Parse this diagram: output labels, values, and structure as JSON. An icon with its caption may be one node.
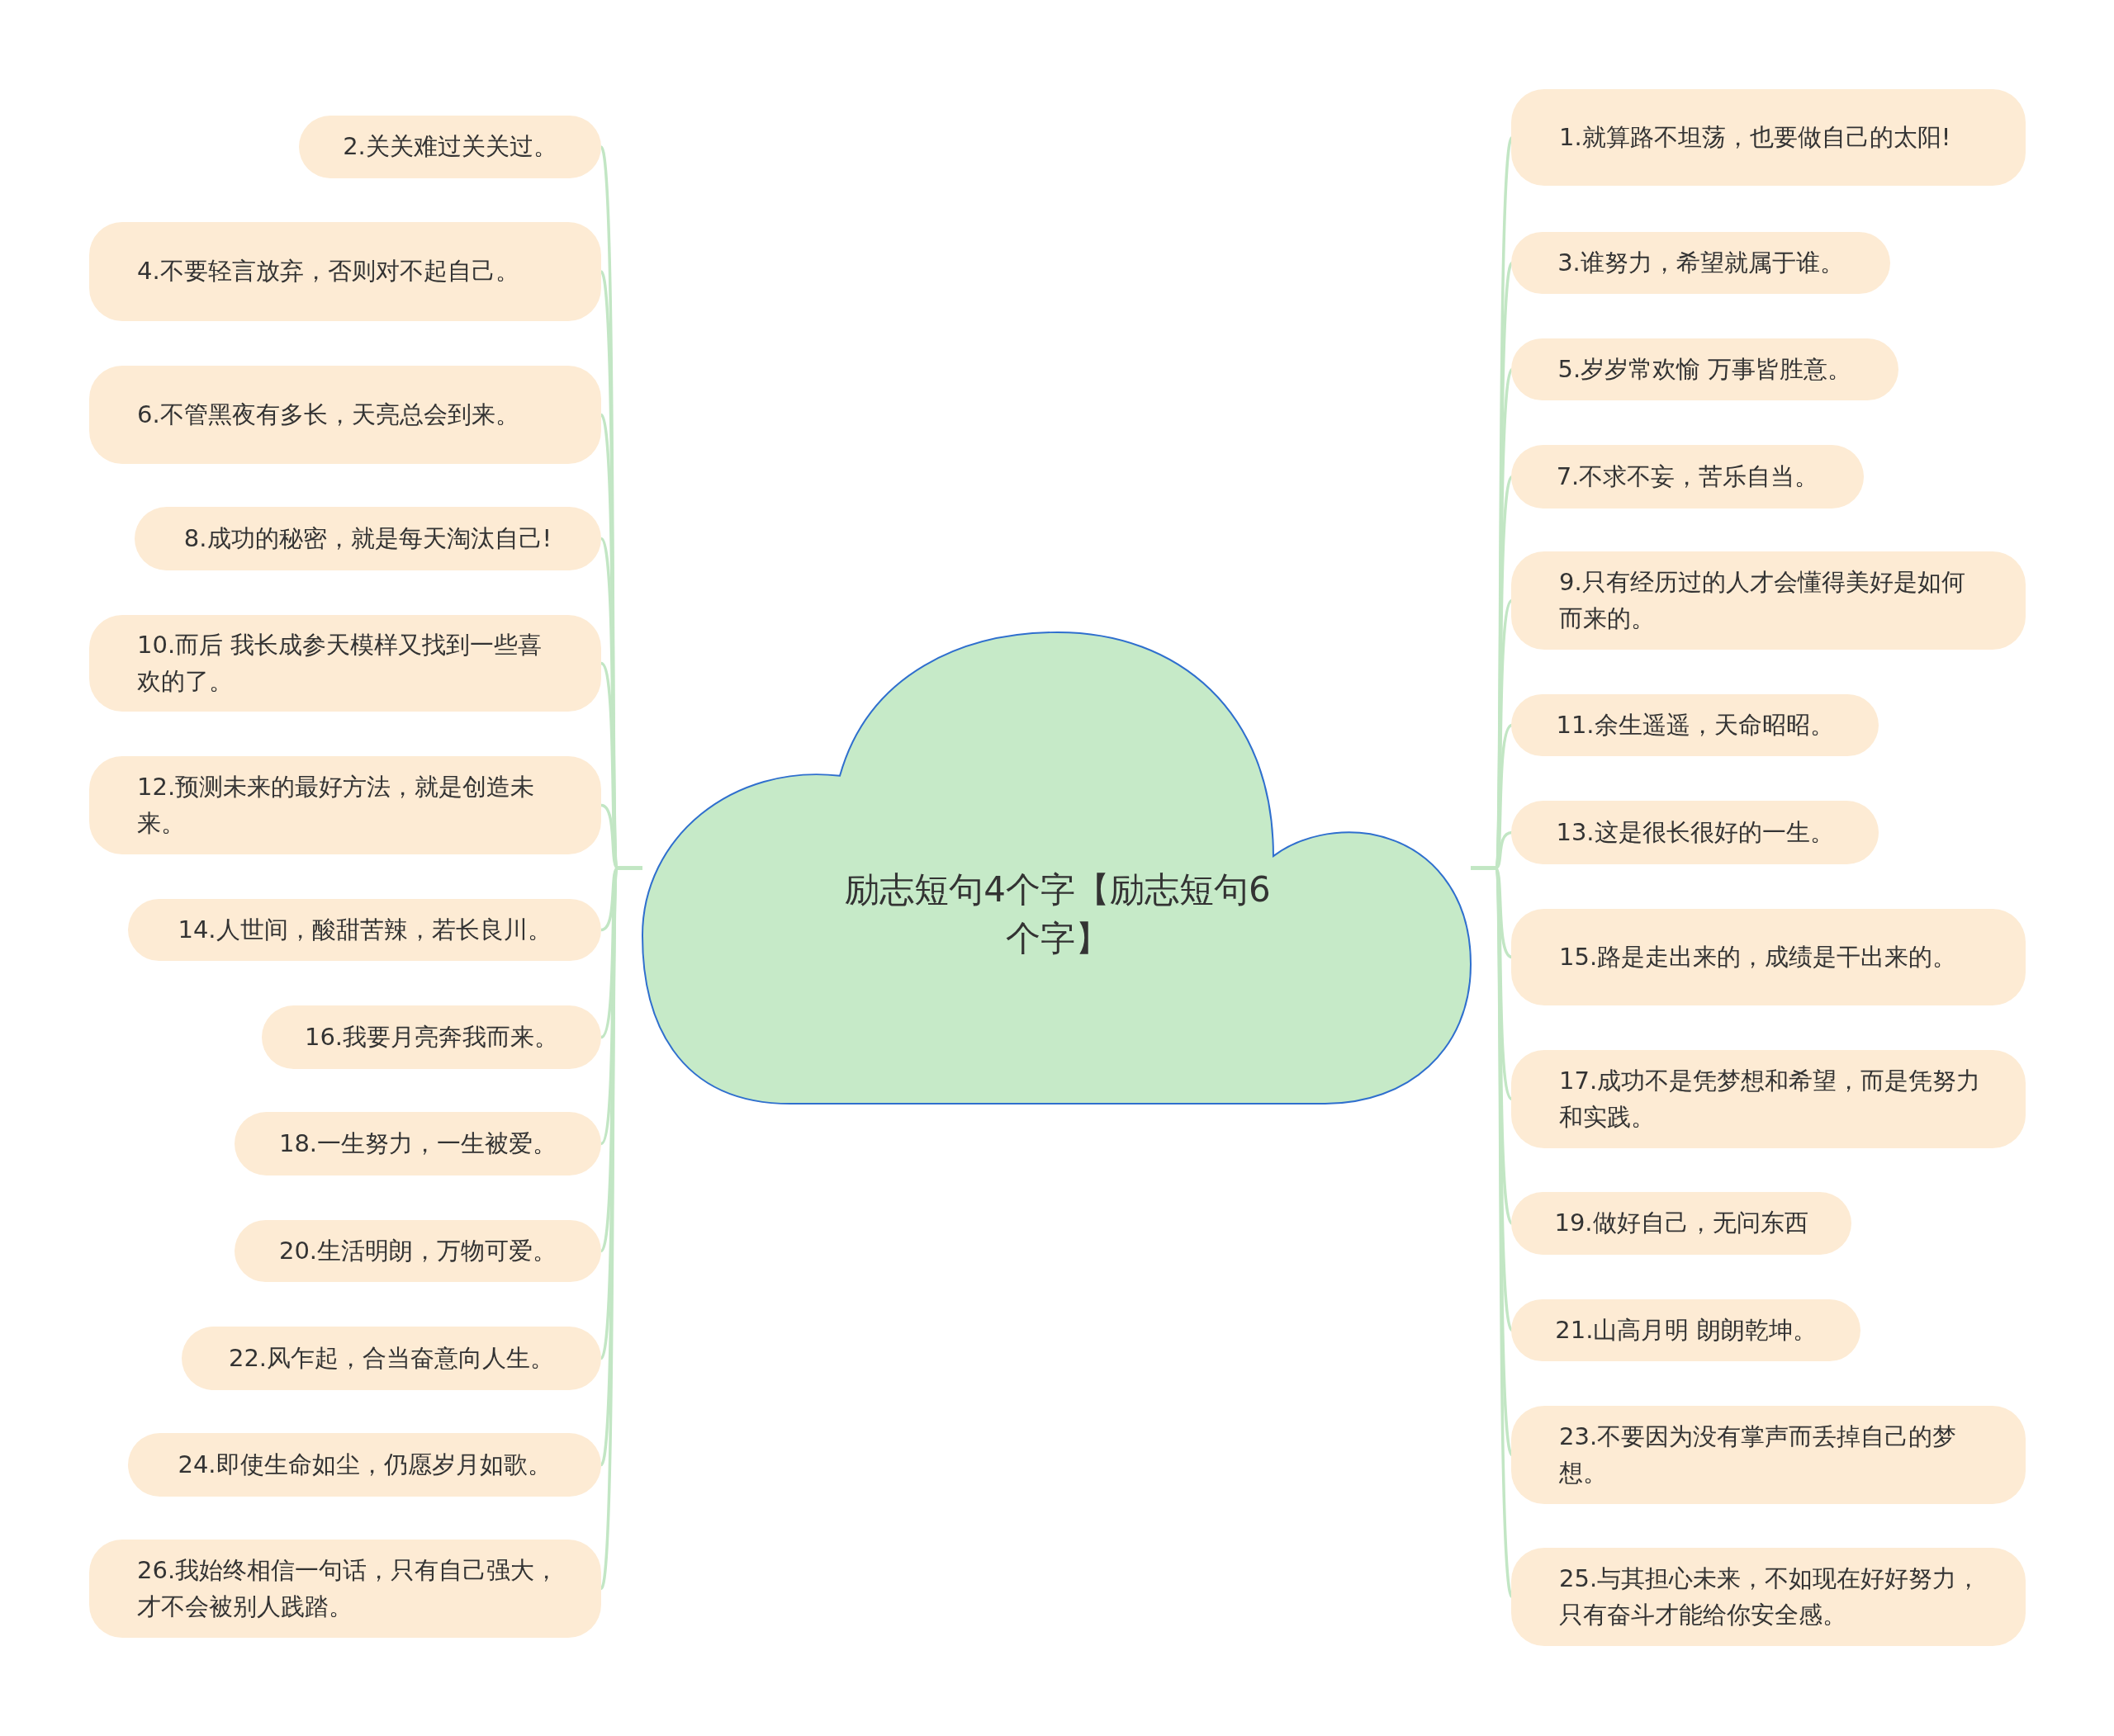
{
  "diagram": {
    "nodes": [
      {
        "text": [
          "励志短句4个字【励志短句6个字】"
        ]
      },
      {
        "text": [
          "1.就算路不坦荡，也要做自己的太阳!"
        ]
      },
      {
        "text": [
          "2.关关难过关关过。"
        ]
      },
      {
        "text": [
          "3.谁努力，希望就属于谁。"
        ]
      },
      {
        "text": [
          "4.不要轻言放弃，否则对不起自己。"
        ]
      },
      {
        "text": [
          "5.岁岁常欢愉 万事皆胜意。"
        ]
      },
      {
        "text": [
          "6.不管黑夜有多长，天亮总会到来。"
        ]
      },
      {
        "text": [
          "7.不求不妄，苦乐自当。"
        ]
      },
      {
        "text": [
          "8.成功的秘密，就是每天淘汰自己!"
        ]
      },
      {
        "text": [
          "9.只有经历过的人才会懂得美好是如何而来的。"
        ]
      },
      {
        "text": [
          "10.而后 我长成参天模样又找到一些喜欢的了。"
        ]
      },
      {
        "text": [
          "11.余生遥遥，天命昭昭。"
        ]
      },
      {
        "text": [
          "12.预测未来的最好方法，就是创造未来。"
        ]
      },
      {
        "text": [
          "13.这是很长很好的一生。"
        ]
      },
      {
        "text": [
          "14.人世间，酸甜苦辣，若长良川。"
        ]
      },
      {
        "text": [
          "15.路是走出来的，成绩是干出来的。"
        ]
      },
      {
        "text": [
          "16.我要月亮奔我而来。"
        ]
      },
      {
        "text": [
          "17.成功不是凭梦想和希望，而是凭努力和实践。"
        ]
      },
      {
        "text": [
          "18.一生努力，一生被爱。"
        ]
      },
      {
        "text": [
          "19.做好自己，无问东西"
        ]
      },
      {
        "text": [
          "20.生活明朗，万物可爱。"
        ]
      },
      {
        "text": [
          "21.山高月明 朗朗乾坤。"
        ]
      },
      {
        "text": [
          "22.风乍起，合当奋意向人生。"
        ]
      },
      {
        "text": [
          "23.不要因为没有掌声而丢掉自己的梦想。"
        ]
      },
      {
        "text": [
          "24.即使生命如尘，仍愿岁月如歌。"
        ]
      },
      {
        "text": [
          "25.与其担心未来，不如现在好好努力，只有奋斗才能给你安全感。"
        ]
      },
      {
        "text": [
          "26.我始终相信一句话，只有自己强大，才不会被别人践踏。"
        ]
      }
    ],
    "edges": [
      {
        "from": 0,
        "to": 1,
        "arrow": "none"
      },
      {
        "from": 0,
        "to": 2,
        "arrow": "none"
      },
      {
        "from": 0,
        "to": 3,
        "arrow": "none"
      },
      {
        "from": 0,
        "to": 4,
        "arrow": "none"
      },
      {
        "from": 0,
        "to": 5,
        "arrow": "none"
      },
      {
        "from": 0,
        "to": 6,
        "arrow": "none"
      },
      {
        "from": 0,
        "to": 7,
        "arrow": "none"
      },
      {
        "from": 0,
        "to": 8,
        "arrow": "none"
      },
      {
        "from": 0,
        "to": 9,
        "arrow": "none"
      },
      {
        "from": 0,
        "to": 10,
        "arrow": "none"
      },
      {
        "from": 0,
        "to": 11,
        "arrow": "none"
      },
      {
        "from": 0,
        "to": 12,
        "arrow": "none"
      },
      {
        "from": 0,
        "to": 13,
        "arrow": "none"
      },
      {
        "from": 0,
        "to": 14,
        "arrow": "none"
      },
      {
        "from": 0,
        "to": 15,
        "arrow": "none"
      },
      {
        "from": 0,
        "to": 16,
        "arrow": "none"
      },
      {
        "from": 0,
        "to": 17,
        "arrow": "none"
      },
      {
        "from": 0,
        "to": 18,
        "arrow": "none"
      },
      {
        "from": 0,
        "to": 19,
        "arrow": "none"
      },
      {
        "from": 0,
        "to": 20,
        "arrow": "none"
      },
      {
        "from": 0,
        "to": 21,
        "arrow": "none"
      },
      {
        "from": 0,
        "to": 22,
        "arrow": "none"
      },
      {
        "from": 0,
        "to": 23,
        "arrow": "none"
      },
      {
        "from": 0,
        "to": 24,
        "arrow": "none"
      },
      {
        "from": 0,
        "to": 25,
        "arrow": "none"
      },
      {
        "from": 0,
        "to": 26,
        "arrow": "none"
      }
    ]
  }
}
